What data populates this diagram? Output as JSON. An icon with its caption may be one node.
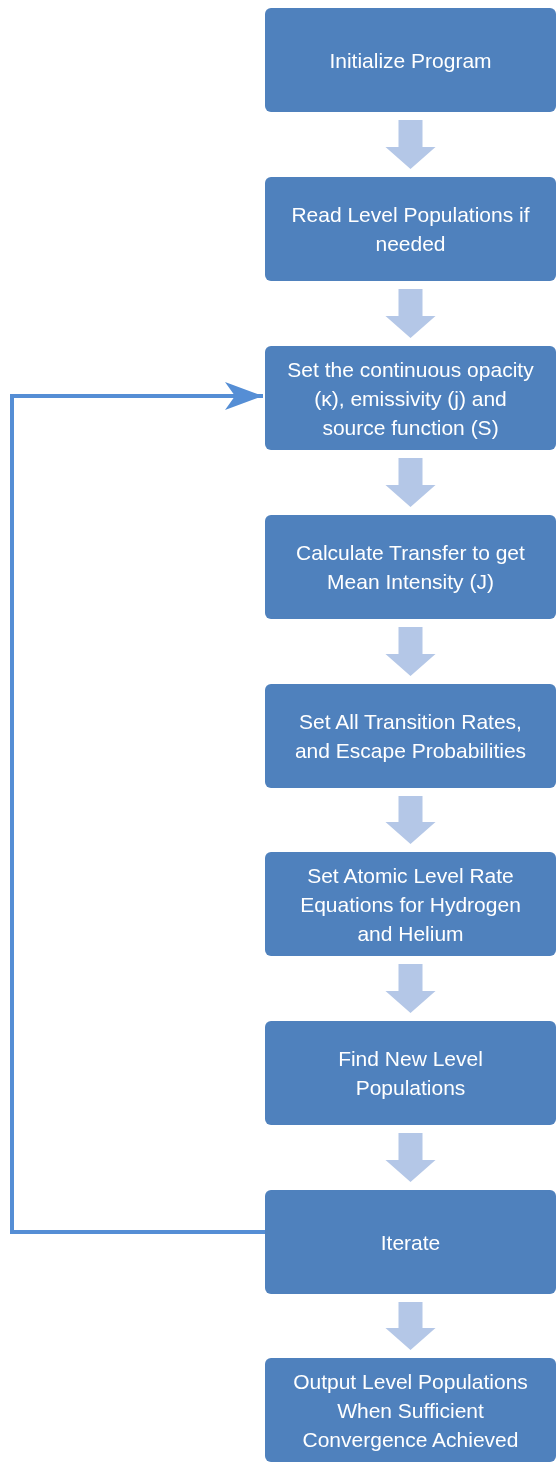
{
  "diagram": {
    "nodes": [
      {
        "text": [
          "Initialize Program"
        ]
      },
      {
        "text": [
          "Read Level Populations if needed"
        ]
      },
      {
        "text": [
          "Set the continuous opacity (κ), emissivity (j) and source function (S)"
        ]
      },
      {
        "text": [
          "Calculate Transfer to get Mean Intensity (J)"
        ]
      },
      {
        "text": [
          "Set All Transition Rates, and Escape Probabilities"
        ]
      },
      {
        "text": [
          "Set Atomic Level Rate Equations for Hydrogen and Helium"
        ]
      },
      {
        "text": [
          "Find New Level Populations"
        ]
      },
      {
        "text": [
          "Iterate"
        ]
      },
      {
        "text": [
          "Output Level Populations When Sufficient Convergence Achieved"
        ]
      }
    ],
    "edges": [
      {
        "from": 0,
        "to": 1,
        "arrow": "to"
      },
      {
        "from": 1,
        "to": 2,
        "arrow": "to"
      },
      {
        "from": 2,
        "to": 3,
        "arrow": "to"
      },
      {
        "from": 3,
        "to": 4,
        "arrow": "to"
      },
      {
        "from": 4,
        "to": 5,
        "arrow": "to"
      },
      {
        "from": 5,
        "to": 6,
        "arrow": "to"
      },
      {
        "from": 6,
        "to": 7,
        "arrow": "to"
      },
      {
        "from": 7,
        "to": 8,
        "arrow": "to"
      },
      {
        "from": 7,
        "to": 2,
        "arrow": "to",
        "color": "#558ed5"
      }
    ]
  }
}
